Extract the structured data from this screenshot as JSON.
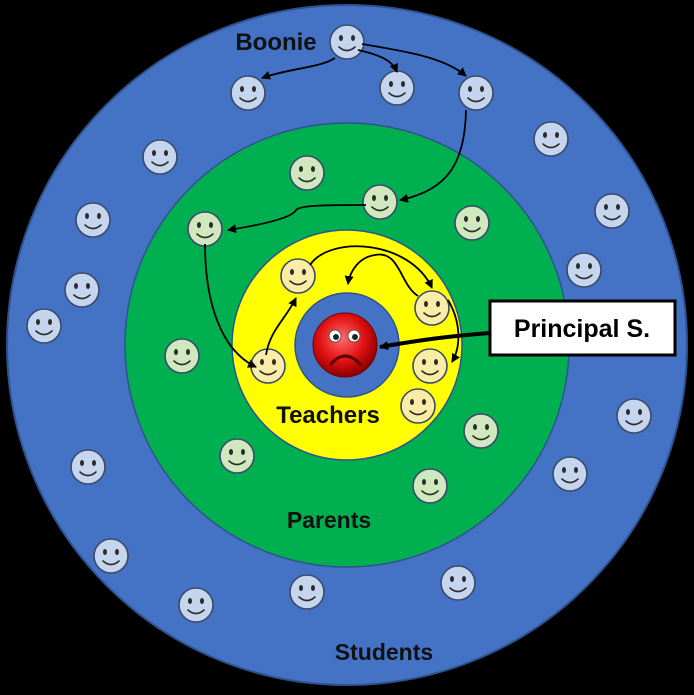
{
  "diagram": {
    "rings": {
      "students": {
        "label": "Students",
        "color": "#4472C4"
      },
      "parents": {
        "label": "Parents",
        "color": "#00B050"
      },
      "teachers": {
        "label": "Teachers",
        "color": "#FFFF00"
      },
      "principal_core": {
        "color": "#E81010"
      }
    },
    "callouts": {
      "boonie": "Boonie",
      "principal": "Principal S."
    },
    "face_colors": {
      "student": "#C5D5EE",
      "parent": "#CFE8BE",
      "teacher": "#FBEDA6"
    },
    "face_icon": "smiley-face-icon",
    "principal_icon": "sad-face-icon"
  }
}
